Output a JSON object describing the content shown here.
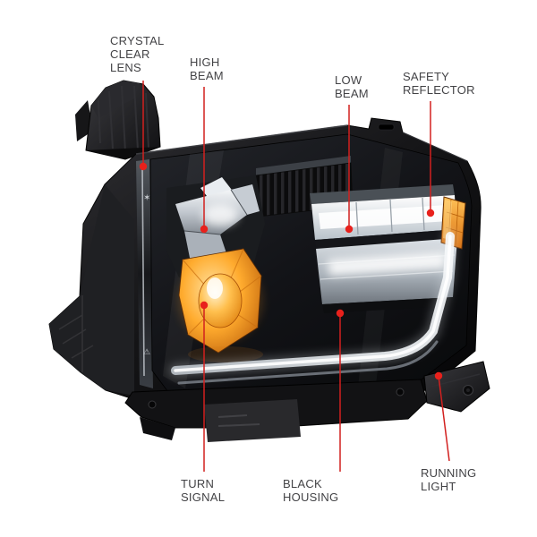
{
  "colors": {
    "background": "#ffffff",
    "callout_line": "#d2201f",
    "callout_dot": "#e8211c",
    "callout_text": "#434346"
  },
  "callouts": [
    {
      "id": "crystal-clear-lens",
      "label": "CRYSTAL\nCLEAR\nLENS"
    },
    {
      "id": "high-beam",
      "label": "HIGH\nBEAM"
    },
    {
      "id": "low-beam",
      "label": "LOW\nBEAM"
    },
    {
      "id": "safety-reflector",
      "label": "SAFETY\nREFLECTOR"
    },
    {
      "id": "turn-signal",
      "label": "TURN\nSIGNAL"
    },
    {
      "id": "black-housing",
      "label": "BLACK\nHOUSING"
    },
    {
      "id": "running-light",
      "label": "RUNNING\nLIGHT"
    }
  ],
  "illustration": {
    "subject": "headlight-assembly",
    "features": [
      "crystal-clear-lens",
      "high-beam",
      "low-beam",
      "safety-reflector",
      "turn-signal",
      "black-housing",
      "running-light"
    ]
  }
}
